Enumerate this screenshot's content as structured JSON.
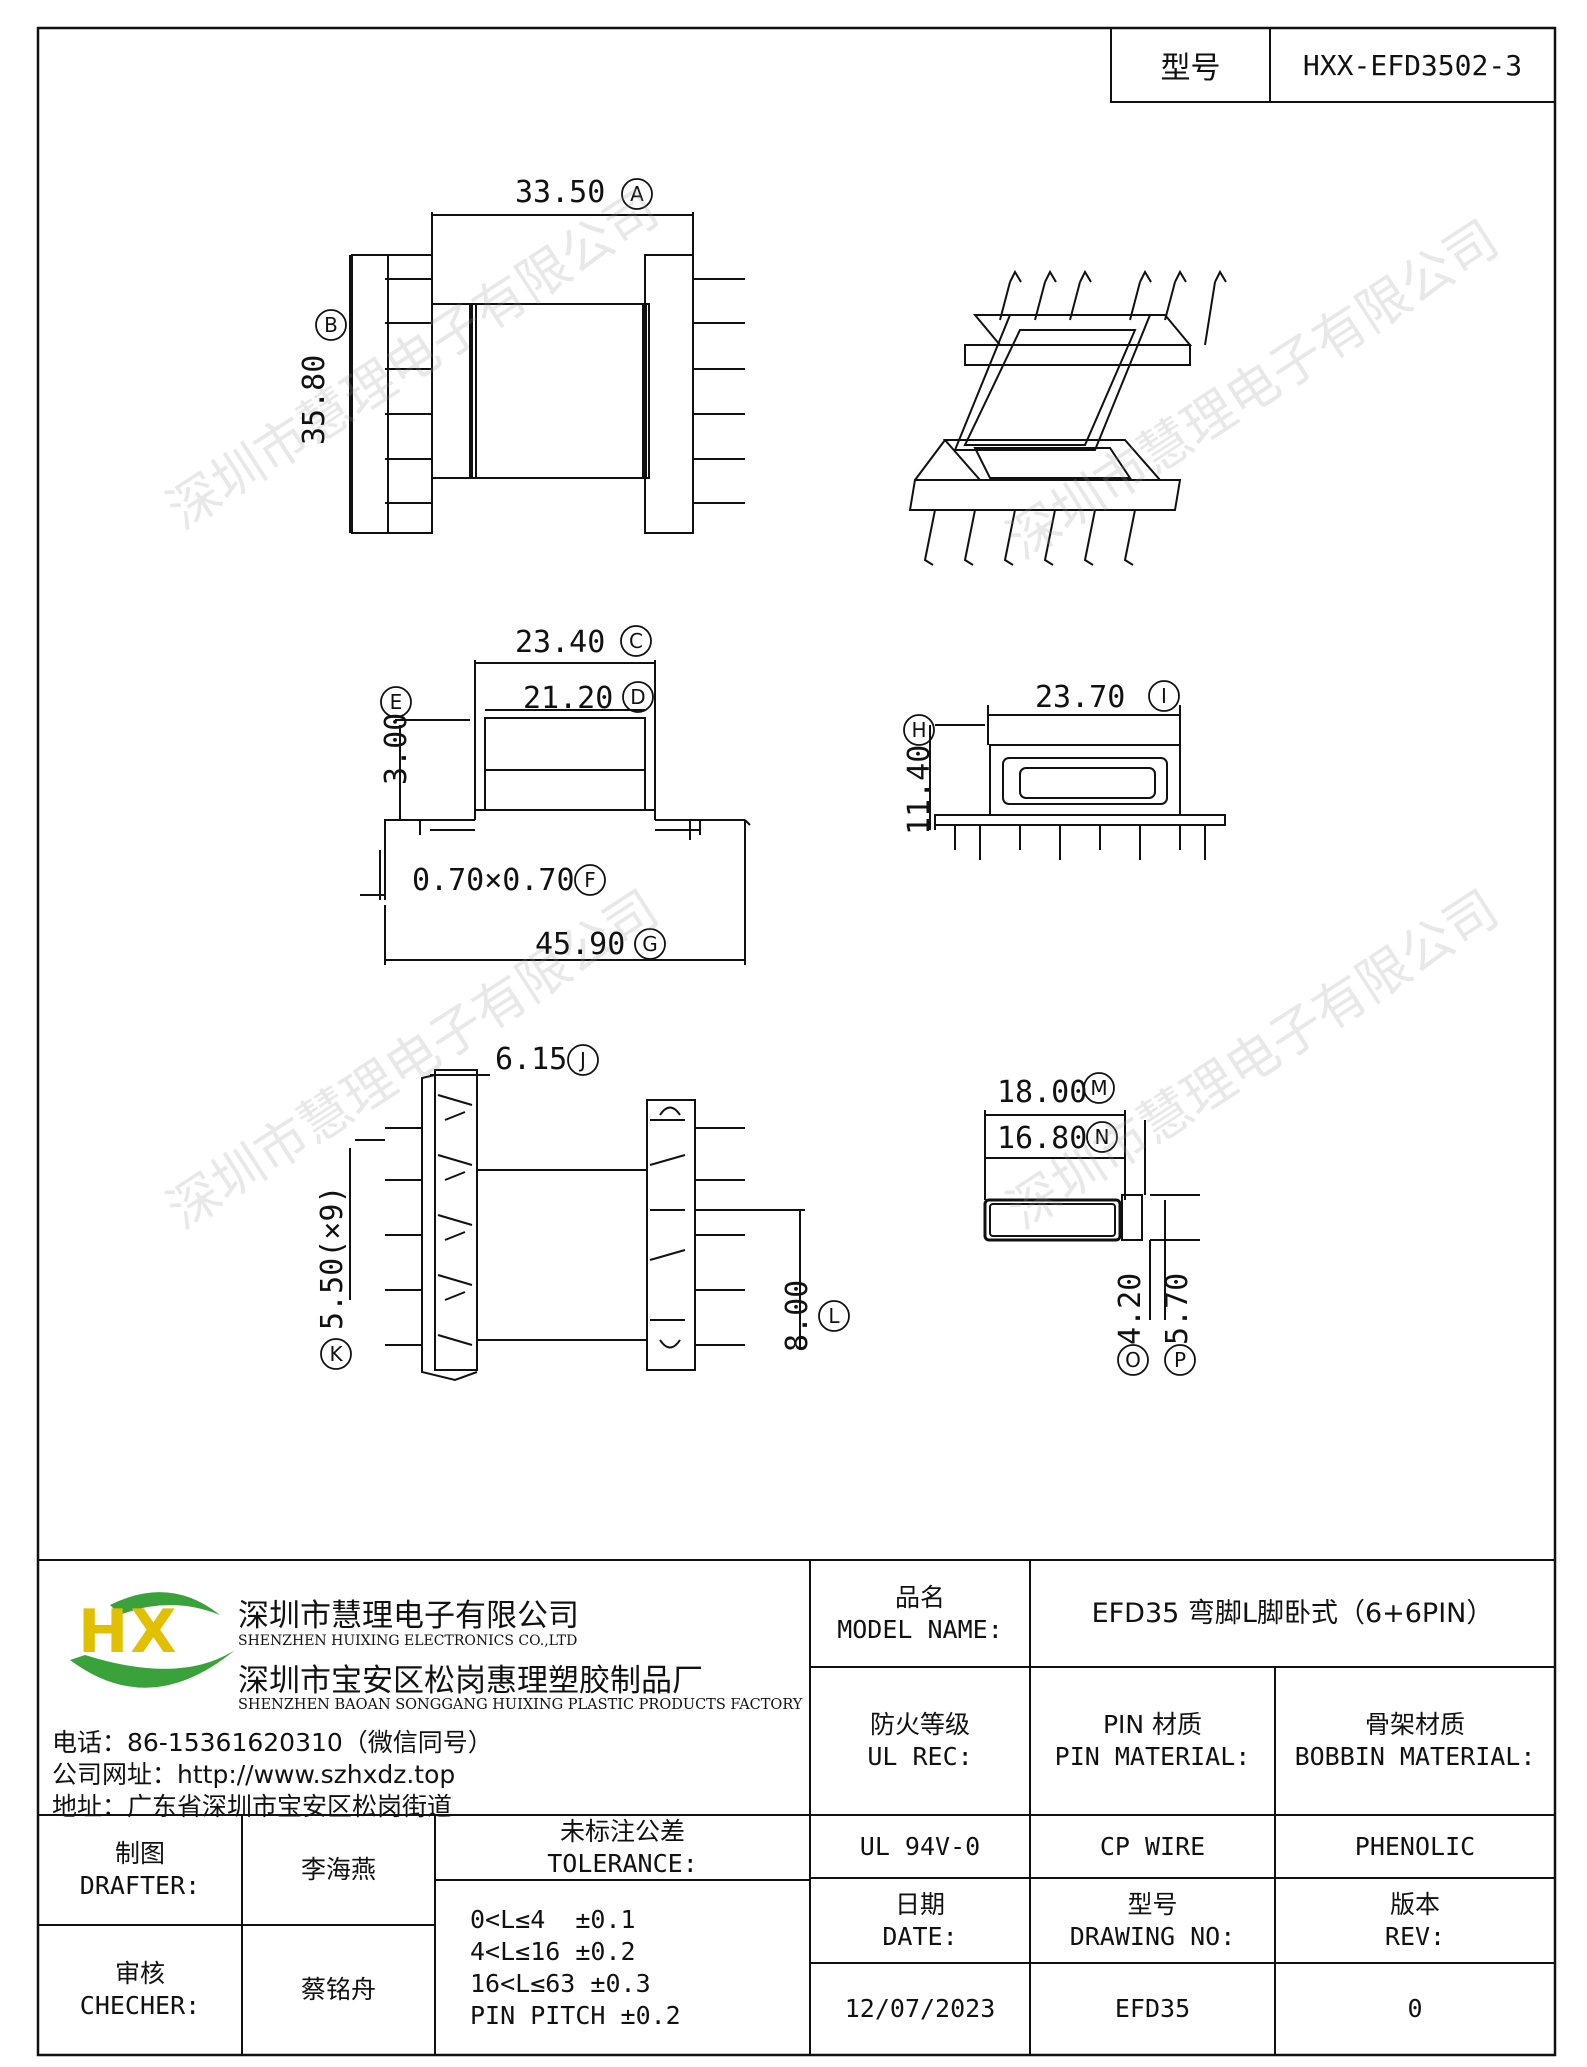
{
  "header": {
    "model_label": "型号",
    "model_value": "HXX-EFD3502-3"
  },
  "watermark": "深圳市慧理电子有限公司",
  "dimensions": {
    "A": "33.50",
    "B": "35.80",
    "C": "23.40",
    "D": "21.20",
    "E": "3.00",
    "F": "0.70×0.70",
    "G": "45.90",
    "H": "11.40",
    "I": "23.70",
    "J": "6.15",
    "K": "5.50(×9)",
    "L": "8.00",
    "M": "18.00",
    "N": "16.80",
    "O": "4.20",
    "P": "5.70"
  },
  "company": {
    "logo_letters": "HX",
    "name_cn": "深圳市慧理电子有限公司",
    "name_en": "SHENZHEN HUIXING ELECTRONICS CO.,LTD",
    "factory_cn": "深圳市宝安区松岗惠理塑胶制品厂",
    "factory_en": "SHENZHEN BAOAN SONGGANG HUIXING PLASTIC PRODUCTS FACTORY",
    "phone": "电话：86-15361620310（微信同号）",
    "website": "公司网址：http://www.szhxdz.top",
    "address": "地址：广东省深圳市宝安区松岗街道"
  },
  "title_block": {
    "model_name_cn": "品名",
    "model_name_en": "MODEL NAME:",
    "model_name_value": "EFD35 弯脚L脚卧式（6+6PIN）",
    "fire_cn": "防火等级",
    "fire_en": "UL REC:",
    "pin_cn": "PIN 材质",
    "pin_en": "PIN MATERIAL:",
    "bobbin_cn": "骨架材质",
    "bobbin_en": "BOBBIN MATERIAL:",
    "fire_value": "UL 94V-0",
    "pin_value": "CP WIRE",
    "bobbin_value": "PHENOLIC",
    "drafter_cn": "制图",
    "drafter_en": "DRAFTER:",
    "drafter_value": "李海燕",
    "checker_cn": "审核",
    "checker_en": "CHECHER:",
    "checker_value": "蔡铭舟",
    "tolerance_cn": "未标注公差",
    "tolerance_en": "TOLERANCE:",
    "tolerance_lines": [
      "0<L≤4  ±0.1",
      "4<L≤16 ±0.2",
      "16<L≤63 ±0.3",
      "PIN PITCH ±0.2"
    ],
    "date_cn": "日期",
    "date_en": "DATE:",
    "date_value": "12/07/2023",
    "drawing_cn": "型号",
    "drawing_en": "DRAWING NO:",
    "drawing_value": "EFD35",
    "rev_cn": "版本",
    "rev_en": "REV:",
    "rev_value": "0"
  },
  "colors": {
    "logo_green": "#3aa23a",
    "logo_yellow": "#e0c000",
    "line": "#111111"
  }
}
